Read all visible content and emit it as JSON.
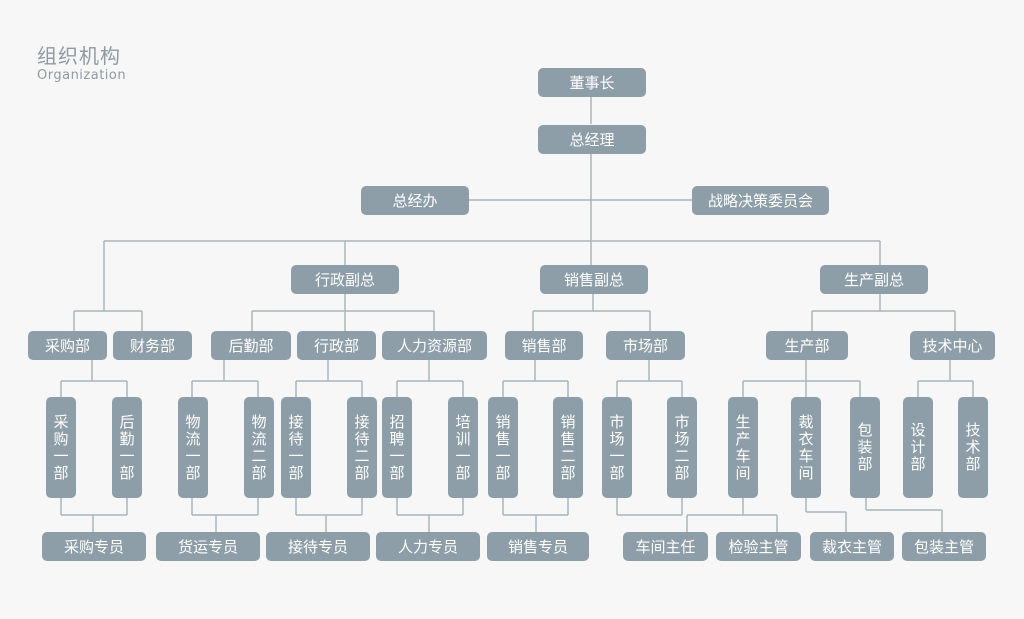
{
  "header": {
    "title_cn": "组织机构",
    "title_en": "Organization"
  },
  "colors": {
    "box": "#8d9ea8",
    "line": "#a9b5bc",
    "text": "#ffffff",
    "title": "#8f9aa3"
  },
  "nodes": {
    "chairman": "董事长",
    "gm": "总经理",
    "gm_office": "总经办",
    "strategy": "战略决策委员会",
    "vp_admin": "行政副总",
    "vp_sales": "销售副总",
    "vp_prod": "生产副总",
    "purchase": "采购部",
    "finance": "财务部",
    "logistics": "后勤部",
    "admin": "行政部",
    "hr": "人力资源部",
    "sales": "销售部",
    "market": "市场部",
    "production": "生产部",
    "tech_center": "技术中心",
    "purchase1": "采购一部",
    "logistics1": "后勤一部",
    "wl1": "物流一部",
    "wl2": "物流二部",
    "rec1": "接待一部",
    "rec2": "接待二部",
    "hire1": "招聘一部",
    "train1": "培训一部",
    "sales1": "销售一部",
    "sales2": "销售二部",
    "mkt1": "市场一部",
    "mkt2": "市场二部",
    "workshop": "生产车间",
    "cutting": "裁衣车间",
    "packing": "包装部",
    "design": "设计部",
    "techdept": "技术部",
    "purchase_staff": "采购专员",
    "freight_staff": "货运专员",
    "reception_staff": "接待专员",
    "hr_staff": "人力专员",
    "sales_staff": "销售专员",
    "workshop_director": "车间主任",
    "qc_supervisor": "检验主管",
    "cutting_supervisor": "裁衣主管",
    "packing_supervisor": "包装主管"
  }
}
